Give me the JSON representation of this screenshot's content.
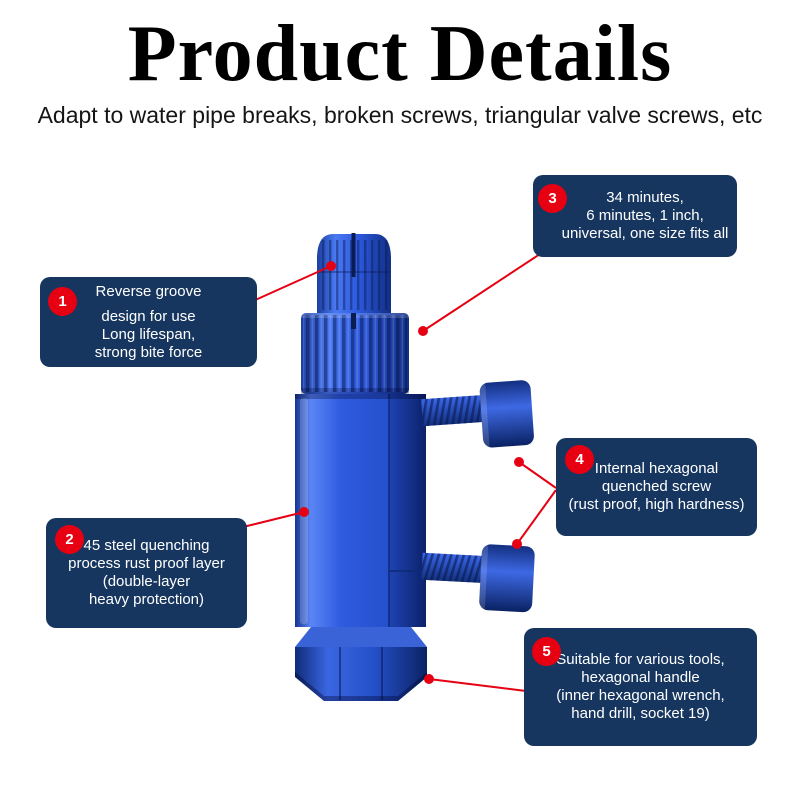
{
  "header": {
    "title": "Product Details",
    "subtitle": "Adapt to water pipe breaks, broken screws, triangular valve screws, etc"
  },
  "product_image": {
    "name": "blue-screw-extractor-tool"
  },
  "colors": {
    "callout_background": "#16365f",
    "badge_red": "#e60012",
    "connector_red": "#e60012",
    "product_blue": "#2f5cdf",
    "title_black": "#000000"
  },
  "callouts": [
    {
      "number": "1",
      "lines": [
        "Reverse groove",
        "design for use",
        "Long lifespan,",
        "strong bite force"
      ]
    },
    {
      "number": "2",
      "lines": [
        "45 steel quenching",
        "process rust proof layer",
        "(double-layer",
        "heavy protection)"
      ]
    },
    {
      "number": "3",
      "lines": [
        "34 minutes,",
        "6 minutes, 1 inch,",
        "universal, one size fits all"
      ]
    },
    {
      "number": "4",
      "lines": [
        "Internal hexagonal",
        "quenched screw",
        "(rust proof, high hardness)"
      ]
    },
    {
      "number": "5",
      "lines": [
        "Suitable for various tools,",
        "hexagonal handle",
        "(inner hexagonal wrench,",
        "hand drill, socket 19)"
      ]
    }
  ]
}
